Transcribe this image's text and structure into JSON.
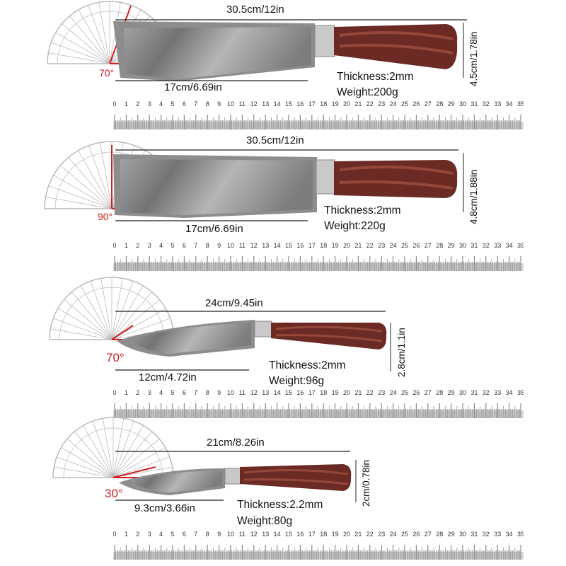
{
  "knives": [
    {
      "length_label": "30.5cm/12in",
      "blade_label": "17cm/6.69in",
      "height_label": "4.5cm/1.78in",
      "thickness": "Thickness:2mm",
      "weight": "Weight:200g",
      "angle": "70°",
      "ruler_numbers": [
        "0",
        "1",
        "2",
        "3",
        "4",
        "5",
        "6",
        "7",
        "8",
        "9",
        "10",
        "11",
        "12",
        "13",
        "14",
        "15",
        "16",
        "17",
        "18",
        "19",
        "20",
        "21",
        "22",
        "23",
        "24",
        "25",
        "26",
        "27",
        "28",
        "29",
        "30",
        "31",
        "32",
        "33",
        "34",
        "35"
      ]
    },
    {
      "length_label": "30.5cm/12in",
      "blade_label": "17cm/6.69in",
      "height_label": "4.8cm/1.88in",
      "thickness": "Thickness:2mm",
      "weight": "Weight:220g",
      "angle": "90°",
      "ruler_numbers": [
        "0",
        "1",
        "2",
        "3",
        "4",
        "5",
        "6",
        "7",
        "8",
        "9",
        "10",
        "11",
        "12",
        "13",
        "14",
        "15",
        "16",
        "17",
        "18",
        "19",
        "20",
        "21",
        "22",
        "23",
        "24",
        "25",
        "26",
        "27",
        "28",
        "29",
        "30",
        "31",
        "32",
        "33",
        "34",
        "35"
      ]
    },
    {
      "length_label": "24cm/9.45in",
      "blade_label": "12cm/4.72in",
      "height_label": "2.8cm/1.1in",
      "thickness": "Thickness:2mm",
      "weight": "Weight:96g",
      "angle": "70°",
      "ruler_numbers": [
        "0",
        "1",
        "2",
        "3",
        "4",
        "5",
        "6",
        "7",
        "8",
        "9",
        "10",
        "11",
        "12",
        "13",
        "14",
        "15",
        "16",
        "17",
        "18",
        "19",
        "20",
        "21",
        "22",
        "23",
        "24",
        "25",
        "26",
        "27",
        "28",
        "29",
        "30",
        "31",
        "32",
        "33",
        "34",
        "35"
      ]
    },
    {
      "length_label": "21cm/8.26in",
      "blade_label": "9.3cm/3.66in",
      "height_label": "2cm/0.78in",
      "thickness": "Thickness:2.2mm",
      "weight": "Weight:80g",
      "angle": "30°",
      "ruler_numbers": [
        "0",
        "1",
        "2",
        "3",
        "4",
        "5",
        "6",
        "7",
        "8",
        "9",
        "10",
        "11",
        "12",
        "13",
        "14",
        "15",
        "16",
        "17",
        "18",
        "19",
        "20",
        "21",
        "22",
        "23",
        "24",
        "25",
        "26",
        "27",
        "28",
        "29",
        "30",
        "31",
        "32",
        "33",
        "34",
        "35"
      ]
    }
  ],
  "colors": {
    "accent_red": "#d21f1f",
    "handle_wood": "#6b2a24",
    "steel": "#9a9a9a",
    "ruler_gray": "#8a8a8a"
  }
}
